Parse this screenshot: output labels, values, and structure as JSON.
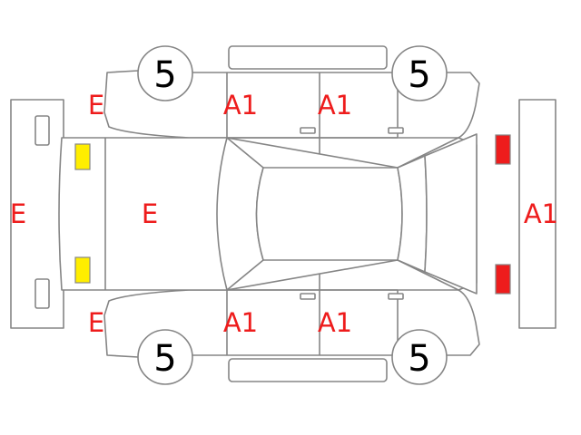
{
  "diagram": {
    "colors": {
      "outline": "#858585",
      "damage_code": "#ee1c1c",
      "headlight": "#ffee00",
      "taillight": "#ee1c1c",
      "grade_text": "#000000"
    },
    "codes": {
      "front_bumper": "E",
      "hood": "E",
      "front_left_fender": "E",
      "front_right_fender": "E",
      "front_left_door": "A1",
      "rear_left_door": "A1",
      "front_right_door": "A1",
      "rear_right_door": "A1",
      "rear_bumper": "A1"
    },
    "tire_grades": {
      "front_left": "5",
      "rear_left": "5",
      "front_right": "5",
      "rear_right": "5"
    }
  }
}
